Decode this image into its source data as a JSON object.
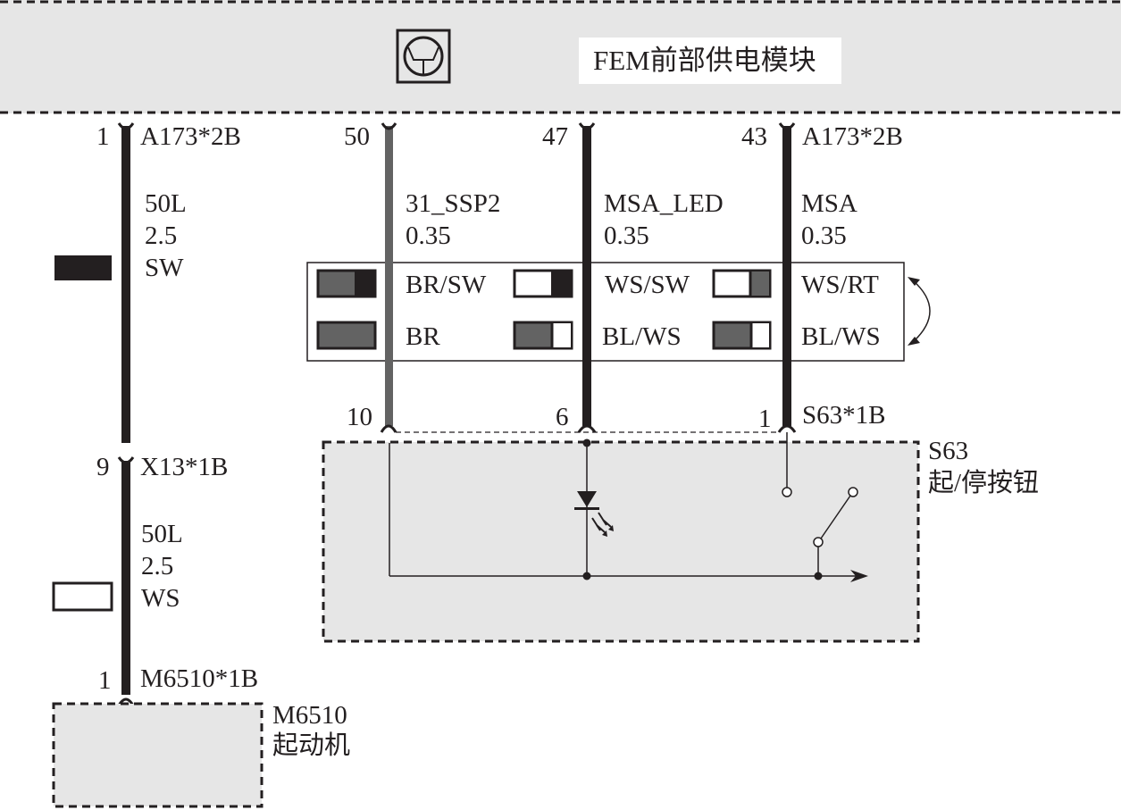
{
  "module": {
    "title": "FEM前部供电模块",
    "icon": "control-unit-icon"
  },
  "wires": [
    {
      "id": "left-upper",
      "top_pin": "1",
      "top_connector": "A173*2B",
      "signal": "50L",
      "gauge": "2.5",
      "color_code": "SW",
      "color": "#231f20",
      "bottom_pin": "9",
      "bottom_connector": "X13*1B"
    },
    {
      "id": "left-lower",
      "signal": "50L",
      "gauge": "2.5",
      "color_code": "WS",
      "color": "#231f20",
      "bottom_pin": "1",
      "bottom_connector": "M6510*1B"
    },
    {
      "id": "ssp2",
      "top_pin": "50",
      "signal": "31_SSP2",
      "gauge": "0.35",
      "color": "#636363",
      "bottom_pin": "10"
    },
    {
      "id": "msa-led",
      "top_pin": "47",
      "signal": "MSA_LED",
      "gauge": "0.35",
      "color": "#231f20",
      "bottom_pin": "6"
    },
    {
      "id": "msa",
      "top_pin": "43",
      "top_connector": "A173*2B",
      "signal": "MSA",
      "gauge": "0.35",
      "color": "#231f20",
      "bottom_pin": "1",
      "bottom_connector": "S63*1B"
    }
  ],
  "color_variants": {
    "row1": [
      "BR/SW",
      "WS/SW",
      "WS/RT"
    ],
    "row2": [
      "BR",
      "BL/WS",
      "BL/WS"
    ]
  },
  "components": {
    "switch": {
      "code": "S63",
      "name": "起/停按钮"
    },
    "starter": {
      "code": "M6510",
      "name": "起动机"
    }
  },
  "colors": {
    "black_wire": "#231f20",
    "brown_wire": "#636363",
    "component_fill": "#e6e6e6"
  }
}
